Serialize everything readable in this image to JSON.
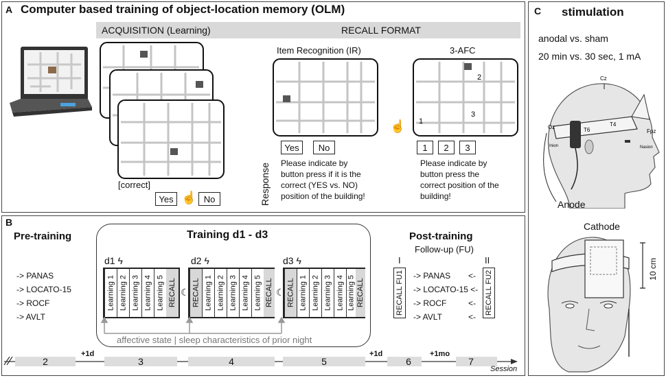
{
  "panel_a": {
    "label": "A",
    "title": "Computer based training of object-location memory (OLM)",
    "acquisition_header": "ACQUISITION (Learning)",
    "recall_header": "RECALL FORMAT",
    "correct_label": "[correct]",
    "yes": "Yes",
    "no": "No",
    "ir_title": "Item Recognition (IR)",
    "afc_title": "3-AFC",
    "response_label": "Response",
    "ir_text": [
      "Please indicate by",
      "button press if it is the",
      "correct (YES vs. NO)",
      "position of the building!"
    ],
    "afc_text": [
      "Please indicate by",
      "button press the",
      "correct position of the",
      "building!"
    ],
    "afc_options": [
      "1",
      "2",
      "3"
    ]
  },
  "panel_b": {
    "label": "B",
    "pre_title": "Pre-training",
    "pre_list": [
      "-> PANAS",
      "-> LOCATO-15",
      "-> ROCF",
      "-> AVLT"
    ],
    "training_title": "Training d1 - d3",
    "days": [
      "d1",
      "d2",
      "d3"
    ],
    "learning_labels": [
      "Learning 1",
      "Learning 2",
      "Learning 3",
      "Learning 4",
      "Learning 5"
    ],
    "recall_label": "RECALL",
    "affective": "affective state",
    "sleep": "sleep characteristics of prior night",
    "post_title": "Post-training",
    "followup": "Follow-up (FU)",
    "fu_roman": [
      "I",
      "II"
    ],
    "fu_labels": [
      "RECALL FU1",
      "RECALL FU2"
    ],
    "post_list": [
      "-> PANAS",
      "-> LOCATO-15 <-",
      "-> ROCF",
      "-> AVLT"
    ],
    "post_arrows": [
      "<-",
      "<-",
      "<-",
      "<-"
    ],
    "sessions": [
      "2",
      "3",
      "4",
      "5",
      "6",
      "7"
    ],
    "gaps": [
      "+1d",
      "+1d",
      "+1mo"
    ],
    "session_label": "Session"
  },
  "panel_c": {
    "label": "C",
    "title": "stimulation",
    "line1": "anodal vs. sham",
    "line2": "20 min vs. 30 sec, 1 mA",
    "electrodes": [
      "Cz",
      "Fpz",
      "Oz",
      "T6",
      "T4"
    ],
    "nasion": "Nasion",
    "inion": "Inion",
    "anode": "Anode",
    "cathode": "Cathode",
    "scale": "10 cm"
  },
  "colors": {
    "header_gray": "#d9d9d9",
    "recall_gray": "#d8d8d8"
  }
}
